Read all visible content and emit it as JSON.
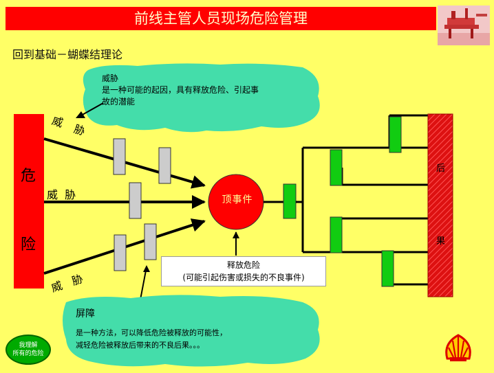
{
  "header": {
    "title": "前线主管人员现场危险管理"
  },
  "subtitle": "回到基础－蝴蝶结理论",
  "threat_callout": {
    "heading": "威胁",
    "line1": "是一种可能的起因，具有释放危险、引起事",
    "line2": "故的潜能"
  },
  "hazard": {
    "char1": "危",
    "char2": "险"
  },
  "threats": {
    "top": {
      "c1": "威",
      "c2": "胁"
    },
    "middle": "威  胁",
    "bottom": {
      "c1": "威",
      "c2": "胁"
    }
  },
  "top_event": "顶事件",
  "release": {
    "line1": "释放危险",
    "line2": "(可能引起伤害或损失的不良事件)"
  },
  "consequence": {
    "char1": "后",
    "char2": "果"
  },
  "barrier_callout": {
    "heading": "屏障",
    "line1": "是一种方法，可以降低危险被释放的可能性，",
    "line2": "减轻危险被释放后带来的不良后果。。。"
  },
  "badge": {
    "line1": "我理解",
    "line2": "所有的危险"
  },
  "colors": {
    "background": "#ffff66",
    "hazard_red": "#ff0000",
    "callout_teal": "#44ddaa",
    "barrier_gray": "#cccccc",
    "barrier_green": "#11cc11",
    "consequence_red": "#dd1111"
  },
  "icons": {
    "logo": "shell-logo-icon",
    "corner": "offshore-platform-image"
  }
}
